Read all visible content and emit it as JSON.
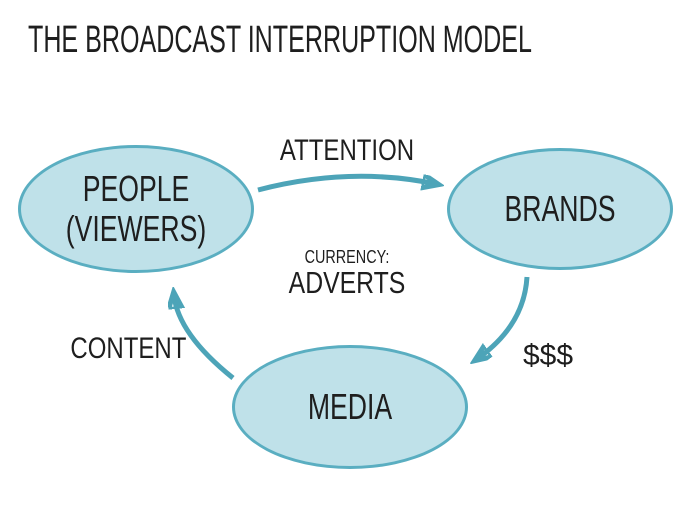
{
  "title": "THE BROADCAST INTERRUPTION MODEL",
  "colors": {
    "node_fill": "#bfe1e9",
    "node_border": "#5aaec1",
    "arrow": "#4da4b8",
    "text": "#1e1e1e",
    "background": "#ffffff"
  },
  "nodes": [
    {
      "id": "people",
      "label_line1": "PEOPLE",
      "label_line2": "(VIEWERS)"
    },
    {
      "id": "brands",
      "label": "BRANDS"
    },
    {
      "id": "media",
      "label": "MEDIA"
    }
  ],
  "edges": [
    {
      "from": "people",
      "to": "brands",
      "label": "ATTENTION"
    },
    {
      "from": "brands",
      "to": "media",
      "label": "$$$"
    },
    {
      "from": "media",
      "to": "people",
      "label": "CONTENT"
    }
  ],
  "center_note": {
    "line1": "CURRENCY:",
    "line2": "ADVERTS"
  }
}
